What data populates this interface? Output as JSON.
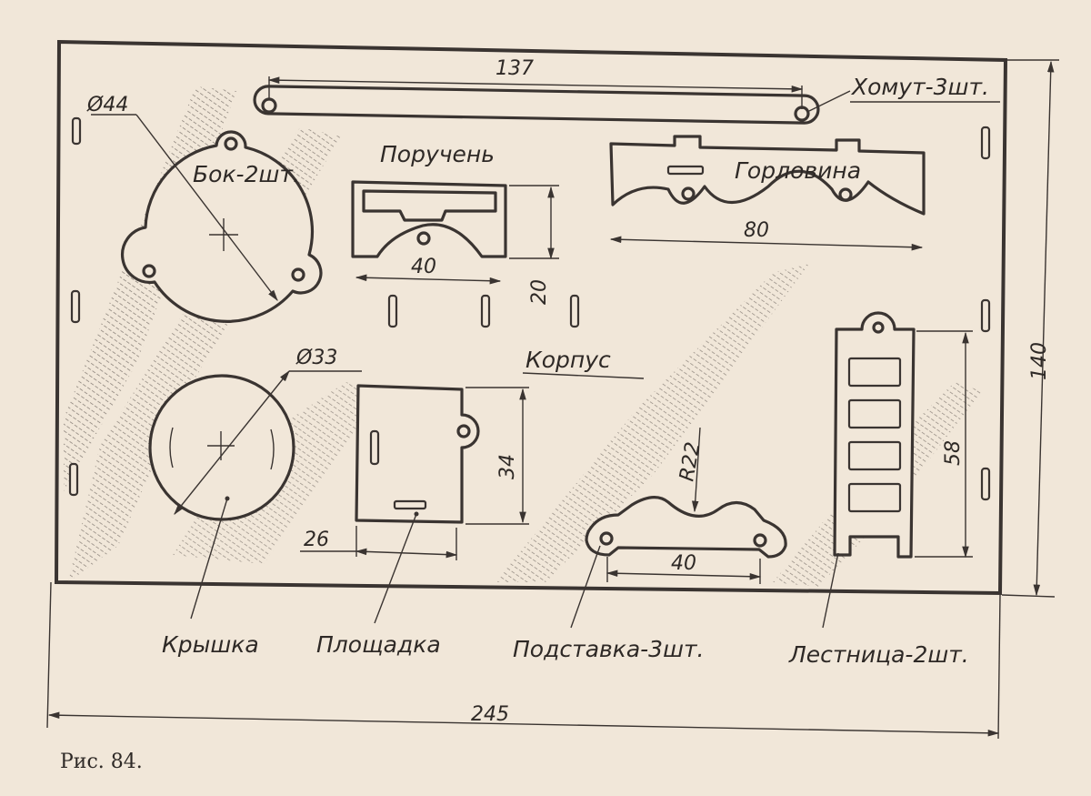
{
  "figure": {
    "caption": "Рис. 84.",
    "labels": {
      "khomut": "Хомут-3шт.",
      "bok": "Бок-2шт.",
      "poruchen": "Поручень",
      "gorlovina": "Горловина",
      "korpus": "Корпус",
      "kryshka": "Крышка",
      "ploshchadka": "Площадка",
      "podstavka": "Подставка-3шт.",
      "lestnitsa": "Лестница-2шт."
    },
    "dimensions": {
      "khomut_length": "137",
      "bok_diameter": "Ø44",
      "poruchen_width": "40",
      "poruchen_height": "20",
      "gorlovina_width": "80",
      "kryshka_diameter": "Ø33",
      "korpus_height": "34",
      "ploshchadka_width": "26",
      "podstavka_radius": "R22",
      "podstavka_width": "40",
      "lestnitsa_height": "58",
      "sheet_height": "140",
      "sheet_width": "245"
    }
  }
}
